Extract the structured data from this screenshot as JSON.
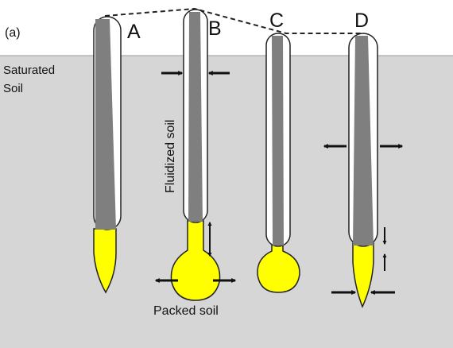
{
  "figure": {
    "panel_label": "(a)",
    "colors": {
      "saturated_soil": "#d6d6d6",
      "air": "#ffffff",
      "sleeve_core": "#7f7f7f",
      "sleeve_outline": "#222222",
      "packed_soil": "#ffff00",
      "arrow": "#111111"
    }
  },
  "labels": {
    "saturated_soil_line1": "Saturated",
    "saturated_soil_line2": "Soil",
    "fluidized_soil": "Fluidized soil",
    "packed_soil": "Packed soil"
  },
  "probes": [
    {
      "id": "A",
      "label": "A"
    },
    {
      "id": "B",
      "label": "B"
    },
    {
      "id": "C",
      "label": "C"
    },
    {
      "id": "D",
      "label": "D"
    }
  ],
  "icons": {
    "radial_arrows_b": "arrow-inward-pair-icon",
    "vertical_arrow_b": "double-headed-vertical-arrow-icon",
    "radial_arrows_b_bulb": "arrow-outward-pair-icon",
    "radial_arrows_d": "arrow-outward-pair-icon",
    "vertical_arrows_d": "arrow-converging-vertical-icon",
    "tip_arrows_d": "arrow-inward-pair-icon"
  }
}
